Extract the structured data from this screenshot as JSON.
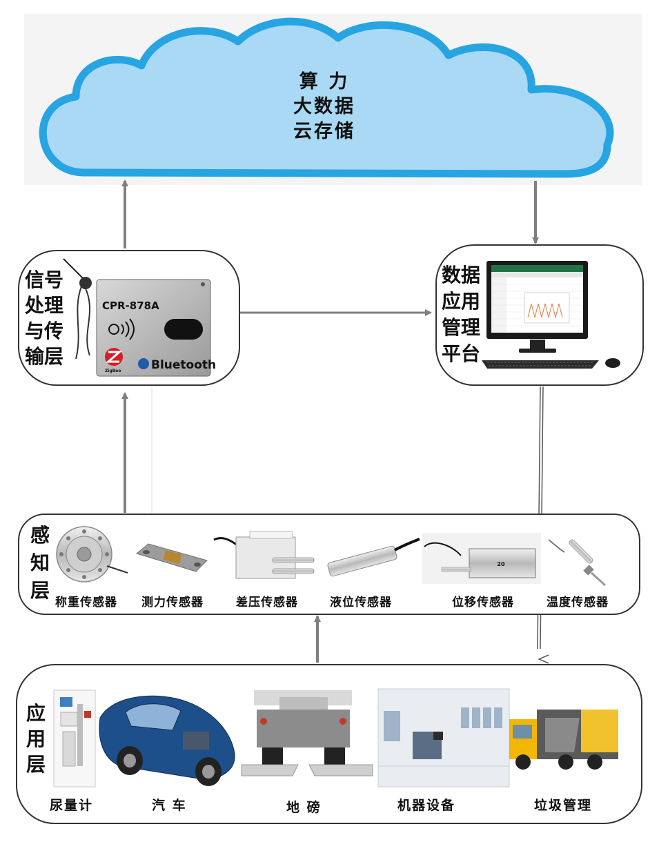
{
  "cloud": {
    "lines": [
      "算 力",
      "大数据",
      "云存储"
    ]
  },
  "signal_layer": {
    "label_lines": [
      "信号",
      "处理",
      "与传",
      "输层"
    ],
    "device": {
      "model": "CPR-878A",
      "wifi_text": "WiFi",
      "zigbee_text": "ZigBee",
      "bluetooth_text": "Bluetooth"
    }
  },
  "platform_layer": {
    "label_lines": [
      "数据",
      "应用",
      "管理",
      "平台"
    ]
  },
  "sensing_layer": {
    "label_lines": [
      "感",
      "知",
      "层"
    ],
    "sensors": [
      "称重传感器",
      "测力传感器",
      "差压传感器",
      "液位传感器",
      "位移传感器",
      "温度传感器"
    ],
    "module_code": "20"
  },
  "application_layer": {
    "label_lines": [
      "应",
      "用",
      "层"
    ],
    "apps": [
      "尿量计",
      "汽 车",
      "地 磅",
      "机器设备",
      "垃圾管理"
    ]
  },
  "colors": {
    "cloud_fill": "#a9d9f4",
    "cloud_stroke": "#27a4e2",
    "arrow": "#7f7f7f",
    "box_stroke": "#333333"
  }
}
